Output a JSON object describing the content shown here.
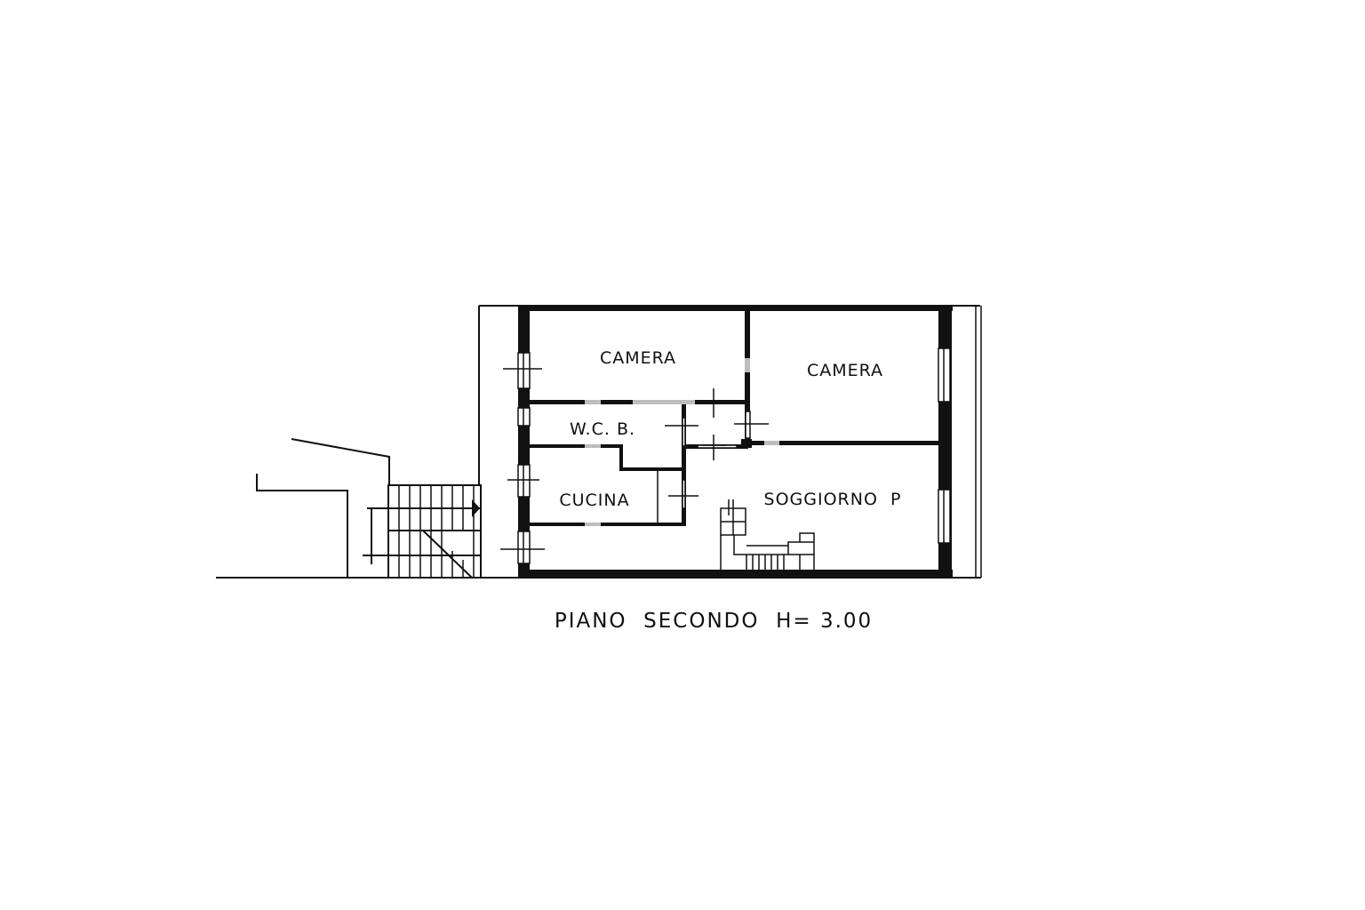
{
  "drawing": {
    "title": "PIANO SECONDO",
    "height_label": "H= 3.00",
    "caption": "PIANO  SECONDO  H= 3.00"
  },
  "rooms": [
    {
      "id": "camera-1",
      "label": "CAMERA"
    },
    {
      "id": "camera-2",
      "label": "CAMERA"
    },
    {
      "id": "wc-b",
      "label": "W.C. B."
    },
    {
      "id": "cucina",
      "label": "CUCINA"
    },
    {
      "id": "soggiorno",
      "label": "SOGGIORNO  P"
    }
  ],
  "colors": {
    "background": "#ffffff",
    "walls": "#111111",
    "door_openings": "#bdbdbd"
  }
}
